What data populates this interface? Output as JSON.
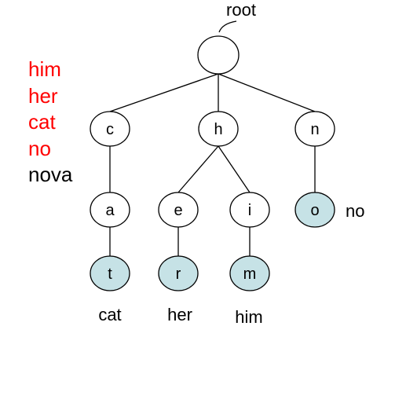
{
  "words": [
    {
      "text": "him",
      "color": "#ff0000"
    },
    {
      "text": "her",
      "color": "#ff0000"
    },
    {
      "text": "cat",
      "color": "#ff0000"
    },
    {
      "text": "no",
      "color": "#ff0000"
    },
    {
      "text": "nova",
      "color": "#000000"
    }
  ],
  "colors": {
    "terminal_fill": "#c6e2e6",
    "normal_fill": "#ffffff",
    "line": "#000000"
  },
  "tree": {
    "root_label": "root",
    "nodes": [
      {
        "id": "root",
        "char": "",
        "terminal": false
      },
      {
        "id": "c",
        "char": "c",
        "terminal": false
      },
      {
        "id": "h",
        "char": "h",
        "terminal": false
      },
      {
        "id": "n",
        "char": "n",
        "terminal": false
      },
      {
        "id": "a",
        "char": "a",
        "terminal": false
      },
      {
        "id": "e",
        "char": "e",
        "terminal": false
      },
      {
        "id": "i",
        "char": "i",
        "terminal": false
      },
      {
        "id": "o",
        "char": "o",
        "terminal": true
      },
      {
        "id": "t",
        "char": "t",
        "terminal": true
      },
      {
        "id": "r",
        "char": "r",
        "terminal": true
      },
      {
        "id": "m",
        "char": "m",
        "terminal": true
      }
    ],
    "edges": [
      [
        "root",
        "c"
      ],
      [
        "root",
        "h"
      ],
      [
        "root",
        "n"
      ],
      [
        "c",
        "a"
      ],
      [
        "h",
        "e"
      ],
      [
        "h",
        "i"
      ],
      [
        "n",
        "o"
      ],
      [
        "a",
        "t"
      ],
      [
        "e",
        "r"
      ],
      [
        "i",
        "m"
      ]
    ],
    "word_labels": [
      {
        "node": "t",
        "text": "cat"
      },
      {
        "node": "r",
        "text": "her"
      },
      {
        "node": "m",
        "text": "him"
      },
      {
        "node": "o",
        "text": "no"
      }
    ]
  }
}
